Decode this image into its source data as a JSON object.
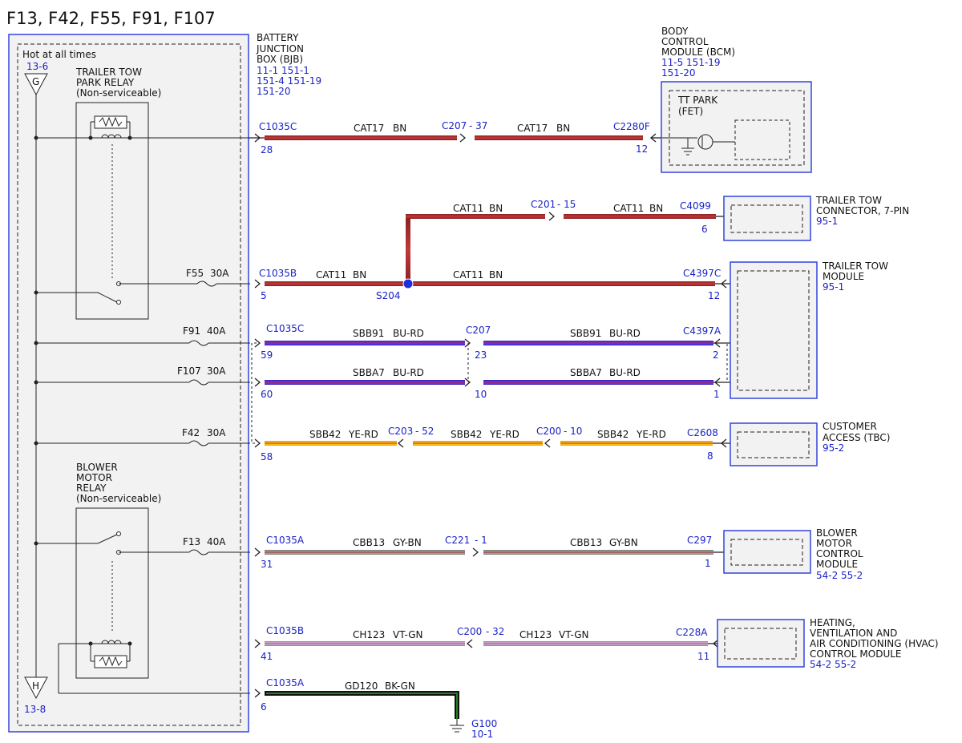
{
  "title": "F13, F42, F55, F91, F107",
  "bjb": {
    "name_lines": [
      "BATTERY",
      "JUNCTION",
      "BOX (BJB)"
    ],
    "ref_lines": [
      "11-1    151-1",
      "151-4    151-19",
      "151-20"
    ],
    "hot_label": "Hot at all times",
    "g_connector": {
      "letter": "G",
      "ref": "13-6"
    },
    "h_connector": {
      "letter": "H",
      "ref": "13-8"
    },
    "trailer_relay_lines": [
      "TRAILER TOW",
      "PARK RELAY",
      "(Non-serviceable)"
    ],
    "blower_relay_lines": [
      "BLOWER",
      "MOTOR",
      "RELAY",
      "(Non-serviceable)"
    ]
  },
  "bcm": {
    "name_lines": [
      "BODY",
      "CONTROL",
      "MODULE (BCM)"
    ],
    "ref_lines": [
      "11-5    151-19",
      "151-20"
    ],
    "inner_lines": [
      "TT PARK",
      "(FET)"
    ]
  },
  "fuses": [
    {
      "name": "F55",
      "rating": "30A"
    },
    {
      "name": "F91",
      "rating": "40A"
    },
    {
      "name": "F107",
      "rating": "30A"
    },
    {
      "name": "F42",
      "rating": "30A"
    },
    {
      "name": "F13",
      "rating": "40A"
    }
  ],
  "splice": {
    "name": "S204"
  },
  "circuits": {
    "cat17": {
      "bjb_conn": "C1035C",
      "bjb_pin": "28",
      "inline": "C207",
      "inline_pin": "- 37",
      "circuit": "CAT17",
      "color": "BN",
      "end_conn": "C2280F",
      "end_pin": "12"
    },
    "cat11_upper": {
      "inline": "C201",
      "inline_pin": "- 15",
      "circuit": "CAT11",
      "color": "BN",
      "end_conn": "C4099",
      "end_pin": "6"
    },
    "cat11_lower": {
      "bjb_conn": "C1035B",
      "bjb_pin": "5",
      "circuit": "CAT11",
      "color": "BN",
      "end_conn": "C4397C",
      "end_pin": "12"
    },
    "sbb91": {
      "bjb_conn": "C1035C",
      "bjb_pin": "59",
      "inline": "C207",
      "inline_pin": "23",
      "circuit": "SBB91",
      "color": "BU-RD",
      "end_conn": "C4397A",
      "end_pin": "2"
    },
    "sbba7": {
      "bjb_pin": "60",
      "inline_pin": "10",
      "circuit": "SBBA7",
      "color": "BU-RD",
      "end_pin": "1"
    },
    "sbb42": {
      "bjb_pin": "58",
      "inline1": "C203",
      "inline1_pin": "- 52",
      "inline2": "C200",
      "inline2_pin": "- 10",
      "circuit": "SBB42",
      "color": "YE-RD",
      "end_conn": "C2608",
      "end_pin": "8"
    },
    "cbb13": {
      "bjb_conn": "C1035A",
      "bjb_pin": "31",
      "inline": "C221",
      "inline_pin": "- 1",
      "circuit": "CBB13",
      "color": "GY-BN",
      "end_conn": "C297",
      "end_pin": "1"
    },
    "ch123": {
      "bjb_conn": "C1035B",
      "bjb_pin": "41",
      "inline": "C200",
      "inline_pin": "- 32",
      "circuit": "CH123",
      "color": "VT-GN",
      "end_conn": "C228A",
      "end_pin": "11"
    },
    "gd120": {
      "bjb_conn": "C1035A",
      "bjb_pin": "6",
      "circuit": "GD120",
      "color": "BK-GN",
      "ground": "G100",
      "ground_ref": "10-1"
    }
  },
  "modules": {
    "trailer_connector": {
      "name_lines": [
        "TRAILER TOW",
        "CONNECTOR, 7-PIN"
      ],
      "ref": "95-1"
    },
    "trailer_module": {
      "name_lines": [
        "TRAILER TOW",
        "MODULE"
      ],
      "ref": "95-1"
    },
    "customer_access": {
      "name_lines": [
        "CUSTOMER",
        "ACCESS (TBC)"
      ],
      "ref": "95-2"
    },
    "blower_module": {
      "name_lines": [
        "BLOWER",
        "MOTOR",
        "CONTROL",
        "MODULE"
      ],
      "ref": "54-2    55-2"
    },
    "hvac_module": {
      "name_lines": [
        "HEATING,",
        "VENTILATION AND",
        "AIR CONDITIONING (HVAC)",
        "CONTROL MODULE"
      ],
      "ref": "54-2    55-2"
    }
  },
  "wire_colors": {
    "BN": "#a6272b",
    "BU-RD": "#3b1fc4",
    "YE-RD": "#f2a900",
    "GY-BN": "#8a8a8a",
    "VT-GN": "#c78ac7",
    "BK-GN": "#111111",
    "outline": "#3344dd",
    "splice_dot": "#1f2fe0"
  }
}
